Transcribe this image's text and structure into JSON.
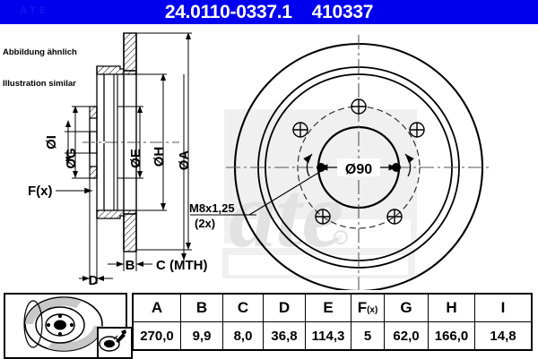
{
  "header": {
    "part_number": "24.0110-0337.1",
    "reference_number": "410337",
    "title_combined": "24.0110-0337.1    410337",
    "background_color": "#0000ee",
    "text_color": "#ffffff"
  },
  "caption": {
    "line_de": "Abbildung ähnlich",
    "line_en": "Illustration similar"
  },
  "drawing": {
    "watermark_text": "ate",
    "section_view_labels": {
      "dia_i": "ØI",
      "dia_g": "ØG",
      "dia_e": "ØE",
      "dia_h": "ØH",
      "dia_a": "ØA",
      "fx": "F(x)",
      "b": "B",
      "c_mth": "C (MTH)",
      "d": "D"
    },
    "face_view_labels": {
      "center_bore": "Ø90",
      "thread": "M8x1,25",
      "thread_qty": "(2x)"
    }
  },
  "table": {
    "columns": [
      "A",
      "B",
      "C",
      "D",
      "E",
      "F(x)",
      "G",
      "H",
      "I"
    ],
    "fx_main": "F",
    "fx_sub": "(x)",
    "values": [
      "270,0",
      "9,9",
      "8,0",
      "36,8",
      "114,3",
      "5",
      "62,0",
      "166,0",
      "14,8"
    ]
  },
  "icons": {
    "disc": "brake-disc-icon",
    "coating": "spray-coating-icon"
  },
  "chart_data": {
    "type": "table",
    "title": "24.0110-0337.1  410337",
    "categories": [
      "A",
      "B",
      "C",
      "D",
      "E",
      "F(x)",
      "G",
      "H",
      "I"
    ],
    "values": [
      270.0,
      9.9,
      8.0,
      36.8,
      114.3,
      5,
      62.0,
      166.0,
      14.8
    ],
    "units": "mm",
    "annotations": [
      "Ø90",
      "M8x1,25",
      "(2x)",
      "C (MTH)"
    ]
  }
}
